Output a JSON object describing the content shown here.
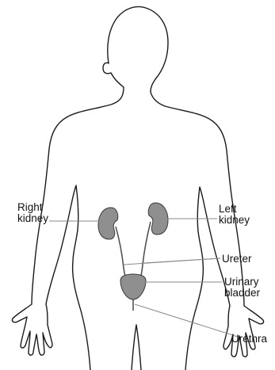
{
  "labels": {
    "right_kidney": [
      "Right",
      "kidney"
    ],
    "left_kidney": [
      "Left",
      "kidney"
    ],
    "ureter": "Ureter",
    "urinary_bladder": [
      "Urinary",
      "bladder"
    ],
    "urethra": "Urethra"
  },
  "colors": {
    "outline": "#1a1a1a",
    "organ_fill": "#8f8f8f",
    "organ_stroke": "#3a3a3a",
    "leader_line": "#8a8a8a",
    "background": "#ffffff"
  }
}
